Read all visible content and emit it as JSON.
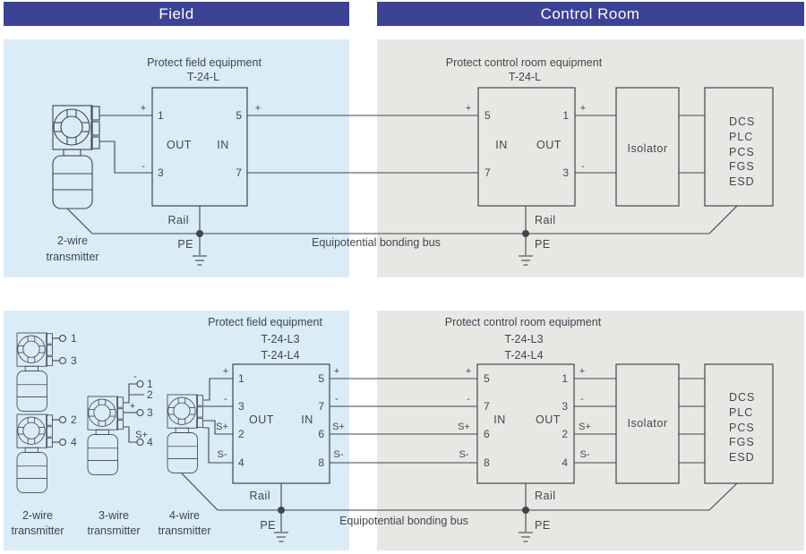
{
  "title_bars": {
    "field": "Field",
    "control_room": "Control Room"
  },
  "colors": {
    "header_bar": "#3c4294",
    "field_panel": "#d9ecf8",
    "control_panel": "#e9e7e4",
    "line": "#41464e"
  },
  "captions": {
    "protect_field": "Protect field equipment",
    "protect_control": "Protect control room equipment",
    "model_single": "T-24-L",
    "model_l3": "T-24-L3",
    "model_l4": "T-24-L4"
  },
  "common": {
    "out": "OUT",
    "in": "IN",
    "rail": "Rail",
    "pe": "PE",
    "isolator": "Isolator",
    "bus": "Equipotential bonding bus",
    "plus": "+",
    "minus": "-",
    "s_plus": "S+",
    "s_minus": "S-"
  },
  "equipment": [
    "DCS",
    "PLC",
    "PCS",
    "FGS",
    "ESD"
  ],
  "transmitters": {
    "two_wire": "2-wire",
    "three_wire": "3-wire",
    "four_wire": "4-wire",
    "suffix": "transmitter"
  },
  "row1": {
    "field_box": {
      "p1": "1",
      "p3": "3",
      "p5": "5",
      "p7": "7"
    },
    "control_box": {
      "p5": "5",
      "p7": "7",
      "p1": "1",
      "p3": "3"
    }
  },
  "row2": {
    "tx2_top": [
      "1",
      "3"
    ],
    "tx2_bottom": [
      "2",
      "4"
    ],
    "tx3_terms": [
      "1",
      "2",
      "3",
      "4"
    ],
    "field_box": {
      "left": [
        "1",
        "3",
        "2",
        "4"
      ],
      "right": [
        "5",
        "7",
        "6",
        "8"
      ]
    },
    "control_box": {
      "left": [
        "5",
        "7",
        "6",
        "8"
      ],
      "right": [
        "1",
        "3",
        "2",
        "4"
      ]
    }
  }
}
